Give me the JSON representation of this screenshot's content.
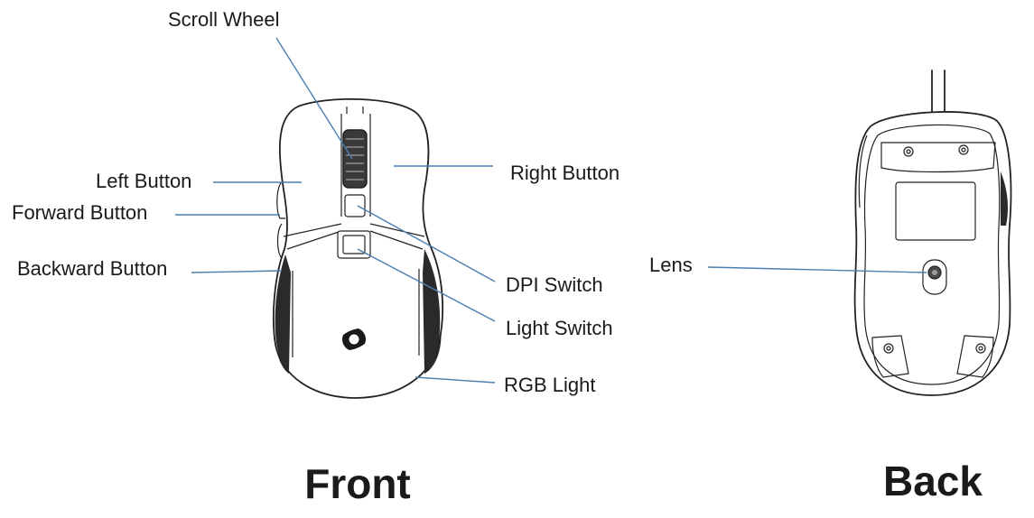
{
  "views": {
    "front": "Front",
    "back": "Back"
  },
  "labels": {
    "scroll_wheel": "Scroll Wheel",
    "left_button": "Left Button",
    "forward_button": "Forward Button",
    "backward_button": "Backward Button",
    "right_button": "Right Button",
    "dpi_switch": "DPI Switch",
    "light_switch": "Light Switch",
    "rgb_light": "RGB Light",
    "lens": "Lens"
  },
  "colors": {
    "leader_line": "#4a7fb0",
    "outline": "#222222"
  }
}
